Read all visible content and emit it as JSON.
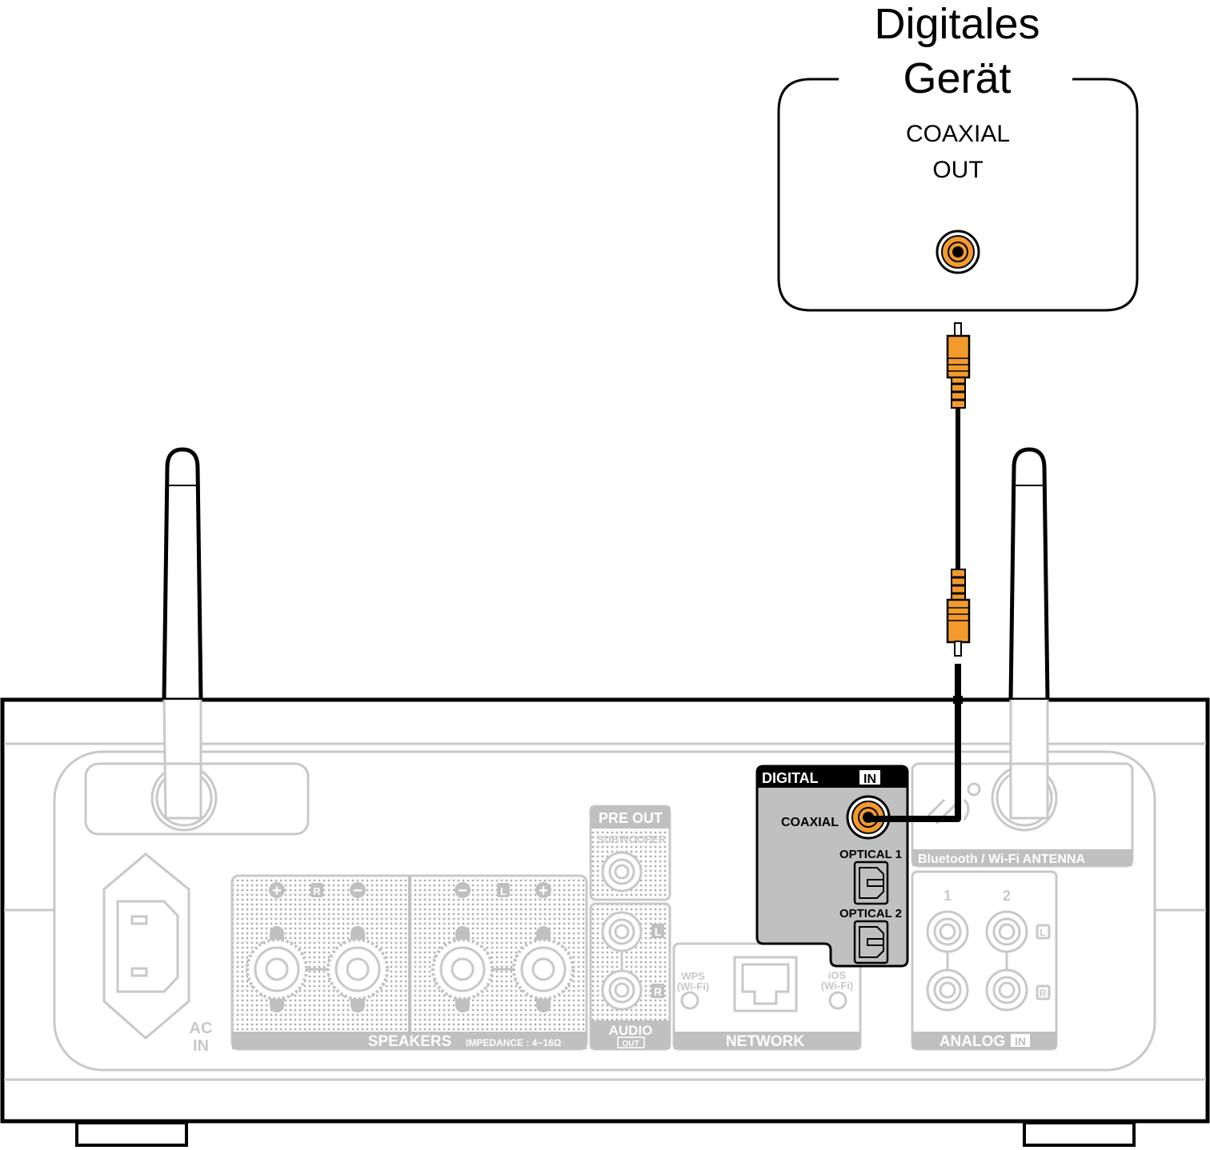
{
  "device": {
    "title_line1": "Digitales",
    "title_line2": "Gerät",
    "jack_label_line1": "COAXIAL",
    "jack_label_line2": "OUT"
  },
  "rear_panel": {
    "digital": {
      "title": "DIGITAL",
      "in_badge": "IN",
      "coaxial": "COAXIAL",
      "optical1": "OPTICAL 1",
      "optical2": "OPTICAL 2"
    },
    "antenna_label": "Bluetooth / Wi-Fi ANTENNA",
    "analog": {
      "title": "ANALOG",
      "in_badge": "IN",
      "col1": "1",
      "col2": "2",
      "left": "L",
      "right": "R"
    },
    "network": {
      "title": "NETWORK",
      "wps_line1": "WPS",
      "wps_line2": "(Wi-Fi)",
      "ios_line1": "iOS",
      "ios_line2": "(Wi-Fi)"
    },
    "pre_out": {
      "title": "PRE OUT",
      "subwoofer": "SUBWOOFER",
      "audio": "AUDIO",
      "out_badge": "OUT",
      "left": "L",
      "right": "R"
    },
    "speakers": {
      "title": "SPEAKERS",
      "impedance": "IMPEDANCE : 4~16Ω",
      "right": "R",
      "left": "L",
      "plus": "+",
      "minus": "−"
    },
    "ac_in": {
      "line1": "AC",
      "line2": "IN"
    }
  },
  "colors": {
    "connector": "#f39a2d",
    "panel_gray": "#c8c8c8",
    "digital_fill": "#c0c0c0"
  }
}
